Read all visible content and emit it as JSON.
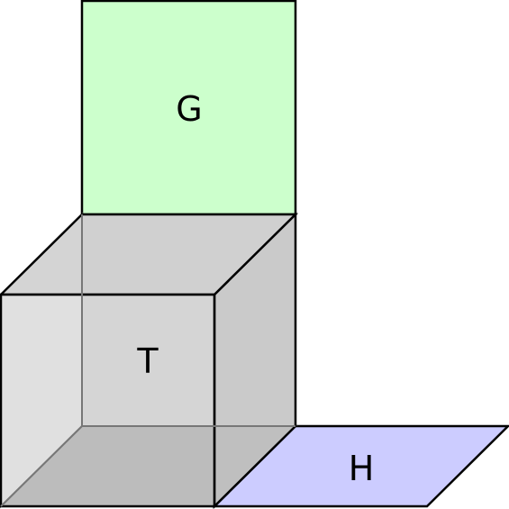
{
  "labels": {
    "top_face": "G",
    "cube": "T",
    "floor_face": "H"
  },
  "colors": {
    "top_face_fill": "#ccffcc",
    "floor_face_fill": "#ccccff",
    "cube_face_fill": "#d0d0d0",
    "cube_bottom_fill": "#999999",
    "outline": "#000000"
  }
}
